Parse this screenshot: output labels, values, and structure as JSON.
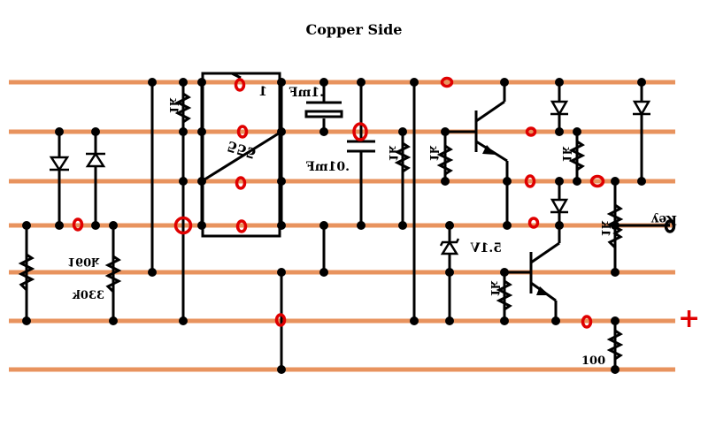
{
  "title": "Copper Side",
  "colors": {
    "strip": "#e8935e",
    "hole": "#e00000",
    "wire": "#000000",
    "background": "#ffffff"
  },
  "labels": {
    "ic_name": "555",
    "ic_pin1": "1",
    "cap_top": ".1mF",
    "cap_mid": ".01mF",
    "r_top_left": "1k",
    "r_mid1": "1k",
    "r_mid2": "1k",
    "r_right": "1k",
    "r_key": "1k",
    "r_bottom": "1k",
    "r_160k": "160k",
    "r_330k": "330k",
    "zener": "5.1V",
    "key": "Key",
    "r_100": "100",
    "plus": "+"
  }
}
